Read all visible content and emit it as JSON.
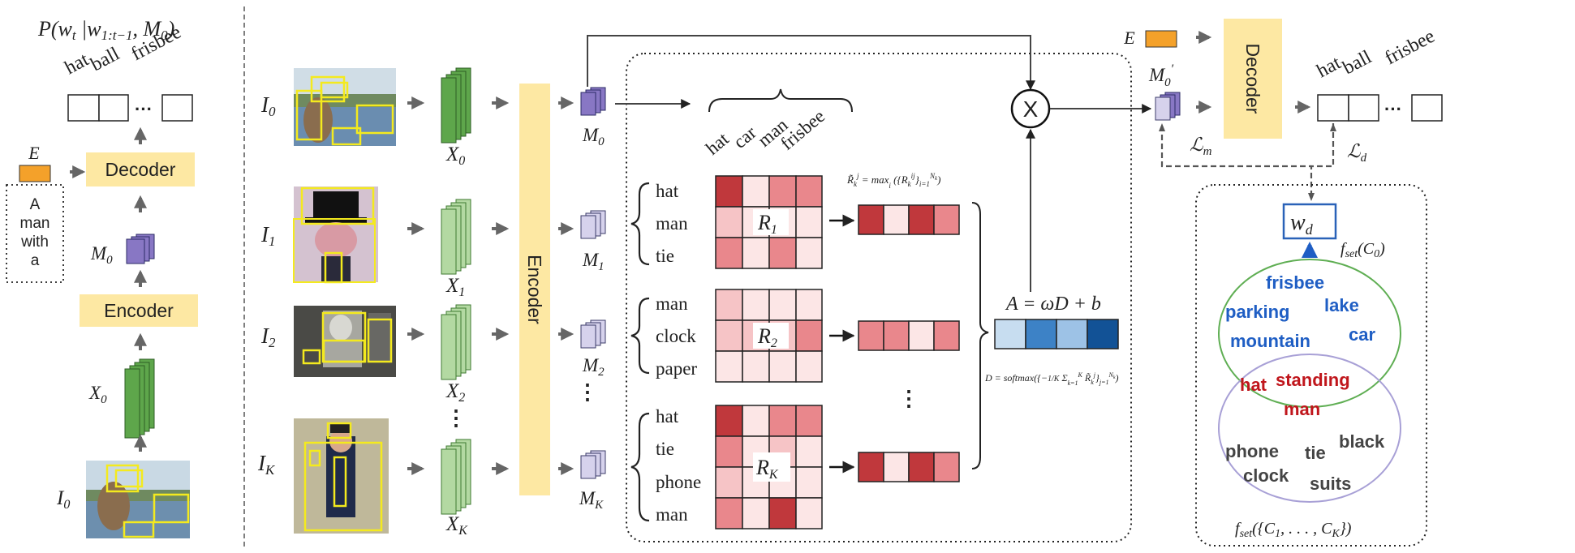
{
  "colors": {
    "yellow_box": "#fde8a3",
    "orange_box": "#f4a12a",
    "purple_dark": "#8877c4",
    "purple_light": "#d6d2ec",
    "green_dark": "#5ea64b",
    "green_light": "#b3d9a2",
    "heat_dark": "#c0383c",
    "heat_mid": "#e9878c",
    "heat_light": "#f6c4c6",
    "heat_pale": "#fce6e6",
    "blue_words": "#1f5ec4",
    "red_words": "#c0161c",
    "gray_words": "#444444",
    "venn_green": "#5fae53",
    "venn_purple": "#a8a0d6",
    "wd_border": "#2a62b8"
  },
  "left": {
    "formula": "P(w_t | w_{1:t−1}, M_0)",
    "output_words": [
      "hat",
      "ball",
      "frisbee"
    ],
    "dots": "···",
    "decoder_label": "Decoder",
    "encoder_label": "Encoder",
    "e_label": "E",
    "m0_label": "M_0",
    "x0_label": "X_0",
    "i0_label": "I_0",
    "prefix_lines": [
      "A",
      "man",
      "with",
      "a"
    ]
  },
  "middle": {
    "image_labels": [
      "I_0",
      "I_1",
      "I_2",
      "I_K"
    ],
    "feature_labels": [
      "X_0",
      "X_1",
      "X_2",
      "X_K"
    ],
    "memory_labels": [
      "M_0",
      "M_1",
      "M_2",
      "M_K"
    ],
    "encoder_label": "Encoder",
    "vertical_dots": "⋮",
    "column_words": [
      "hat",
      "car",
      "man",
      "frisbee"
    ],
    "matrices": [
      {
        "label": "R_1",
        "rows": [
          "hat",
          "man",
          "tie"
        ]
      },
      {
        "label": "R_2",
        "rows": [
          "man",
          "clock",
          "paper"
        ]
      },
      {
        "label": "R_K",
        "rows": [
          "hat",
          "tie",
          "phone",
          "man"
        ]
      }
    ],
    "rk_formula": "R̃ᵏʲ = max_i ({Rᵏⁱʲ}ᵢ₌₁^{N_k})",
    "a_formula": "A = ωD + b",
    "d_formula": "D = softmax( {−(1/K) Σ R̃ᵏʲ}ʲ₌₁^{N_k} )",
    "times_symbol": "X"
  },
  "right": {
    "e_label": "E",
    "decoder_label": "Decoder",
    "m0_prime_label": "M′_0",
    "loss_m": "ℒ_m",
    "loss_d": "ℒ_d",
    "output_words": [
      "hat",
      "ball",
      "frisbee"
    ],
    "dots": "···",
    "wd_label": "w_d",
    "fset_c0": "f_set(C_0)",
    "fset_ck": "f_set({C_1, ..., C_K})",
    "blue_words": [
      "frisbee",
      "parking",
      "lake",
      "mountain",
      "car"
    ],
    "red_words": [
      "hat",
      "standing",
      "man"
    ],
    "gray_words": [
      "phone",
      "tie",
      "black",
      "clock",
      "suits"
    ]
  }
}
